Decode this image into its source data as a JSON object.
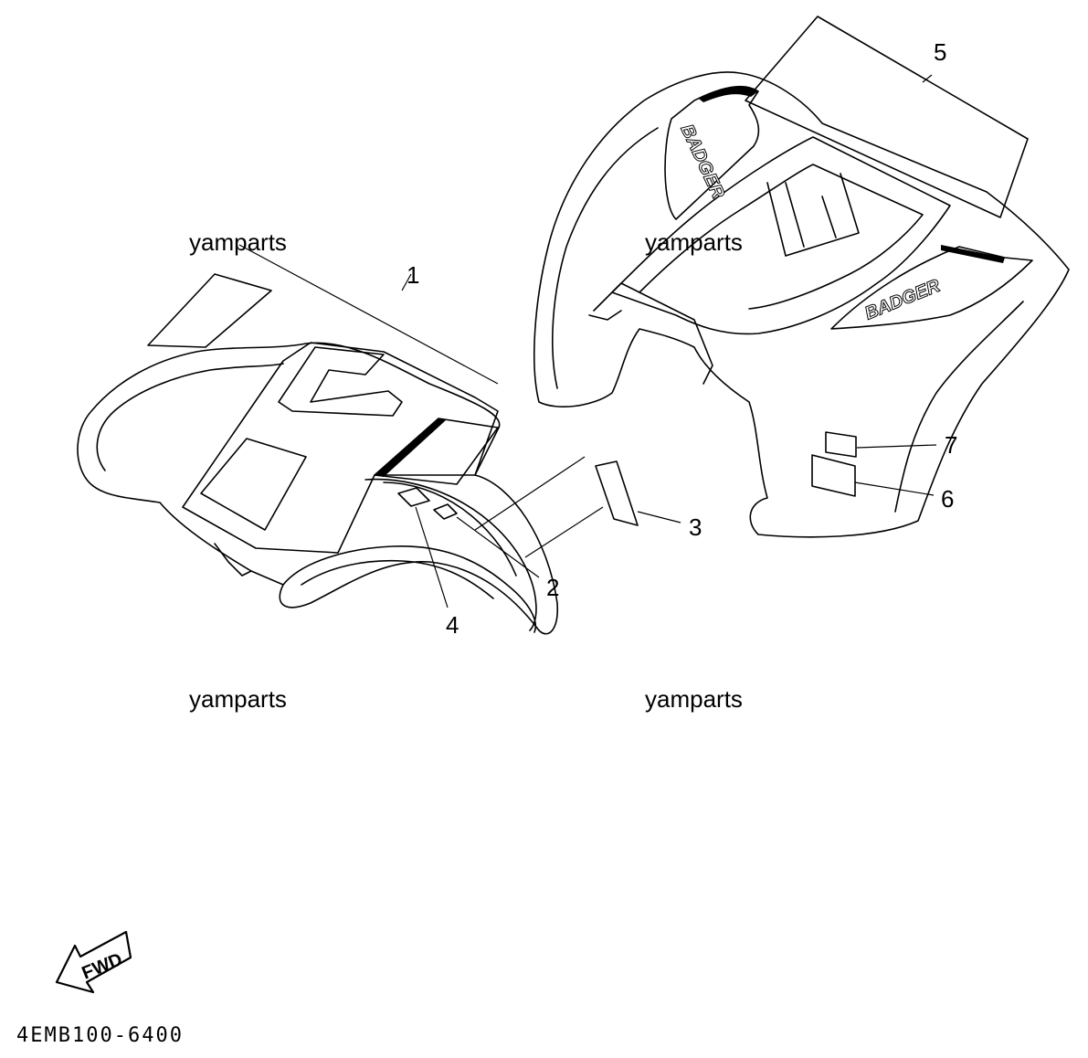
{
  "callouts": [
    "1",
    "2",
    "3",
    "4",
    "5",
    "6",
    "7"
  ],
  "watermarks": [
    "yamparts",
    "yamparts",
    "yamparts",
    "yamparts"
  ],
  "emblem_text": [
    "BADGER",
    "BADGER"
  ],
  "direction_label": "FWD",
  "diagram_code": "4EMB100-6400"
}
